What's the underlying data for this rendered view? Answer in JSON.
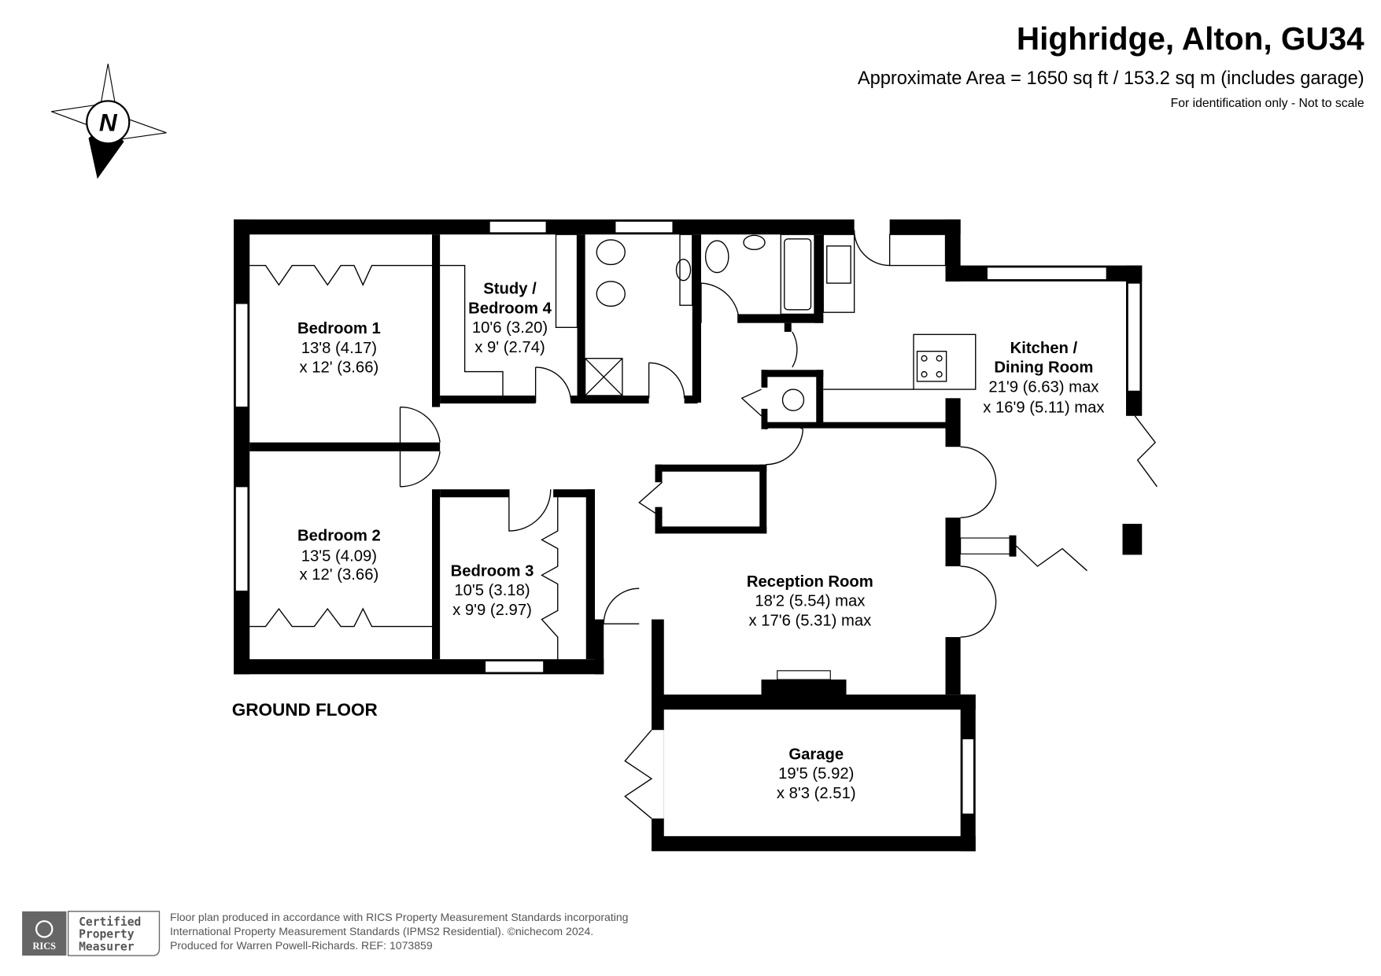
{
  "header": {
    "title": "Highridge, Alton, GU34",
    "area": "Approximate Area = 1650 sq ft / 153.2 sq m (includes garage)",
    "disclaimer": "For identification only - Not to scale"
  },
  "compass": {
    "label": "N"
  },
  "floor_label": "GROUND FLOOR",
  "rooms": [
    {
      "name": "Bedroom 1",
      "dim1": "13'8 (4.17)",
      "dim2": "x 12' (3.66)"
    },
    {
      "name": "Bedroom 2",
      "dim1": "13'5 (4.09)",
      "dim2": "x 12' (3.66)"
    },
    {
      "name": "Bedroom 3",
      "dim1": "10'5 (3.18)",
      "dim2": "x 9'9 (2.97)"
    },
    {
      "name": "Study /",
      "name2": "Bedroom 4",
      "dim1": "10'6 (3.20)",
      "dim2": "x 9' (2.74)"
    },
    {
      "name": "Kitchen /",
      "name2": "Dining Room",
      "dim1": "21'9 (6.63) max",
      "dim2": "x 16'9 (5.11) max"
    },
    {
      "name": "Reception Room",
      "dim1": "18'2 (5.54) max",
      "dim2": "x 17'6 (5.31) max"
    },
    {
      "name": "Garage",
      "dim1": "19'5 (5.92)",
      "dim2": "x 8'3 (2.51)"
    }
  ],
  "footer": {
    "badge_logo": "RICS",
    "badge_lines": [
      "Certified",
      "Property",
      "Measurer"
    ],
    "lines": [
      "Floor plan produced in accordance with RICS Property Measurement Standards incorporating",
      "International Property Measurement Standards (IPMS2 Residential).   ©nichecom 2024.",
      "Produced for Warren Powell-Richards.   REF:  1073859"
    ]
  },
  "colors": {
    "wall": "#000000",
    "footer_grey": "#666666"
  }
}
